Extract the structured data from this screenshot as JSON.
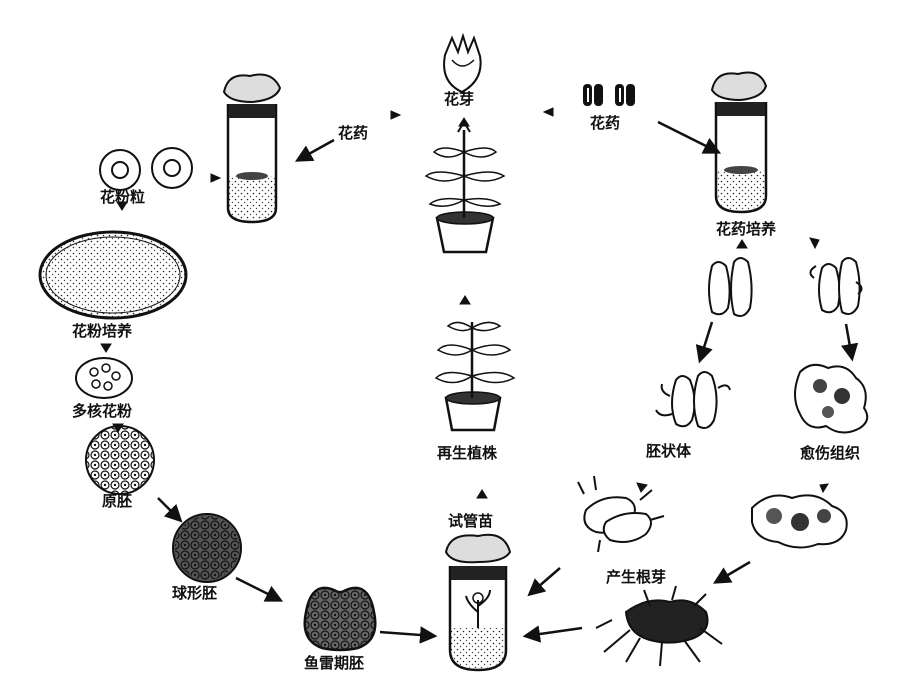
{
  "labels": {
    "flower_bud": "花芽",
    "anther_left": "花药",
    "anther_right": "花药",
    "pollen_grains": "花粉粒",
    "pollen_culture": "花粉培养",
    "multinucleate_pollen": "多核花粉",
    "proembryo": "原胚",
    "globular_embryo": "球形胚",
    "torpedo_embryo": "鱼雷期胚",
    "regenerated_plant": "再生植株",
    "test_tube_seedling": "试管苗",
    "anther_culture": "花药培养",
    "embryoid": "胚状体",
    "callus": "愈伤组织",
    "roots_and_buds": "产生根芽"
  },
  "colors": {
    "ink": "#111111",
    "paper": "#ffffff"
  }
}
